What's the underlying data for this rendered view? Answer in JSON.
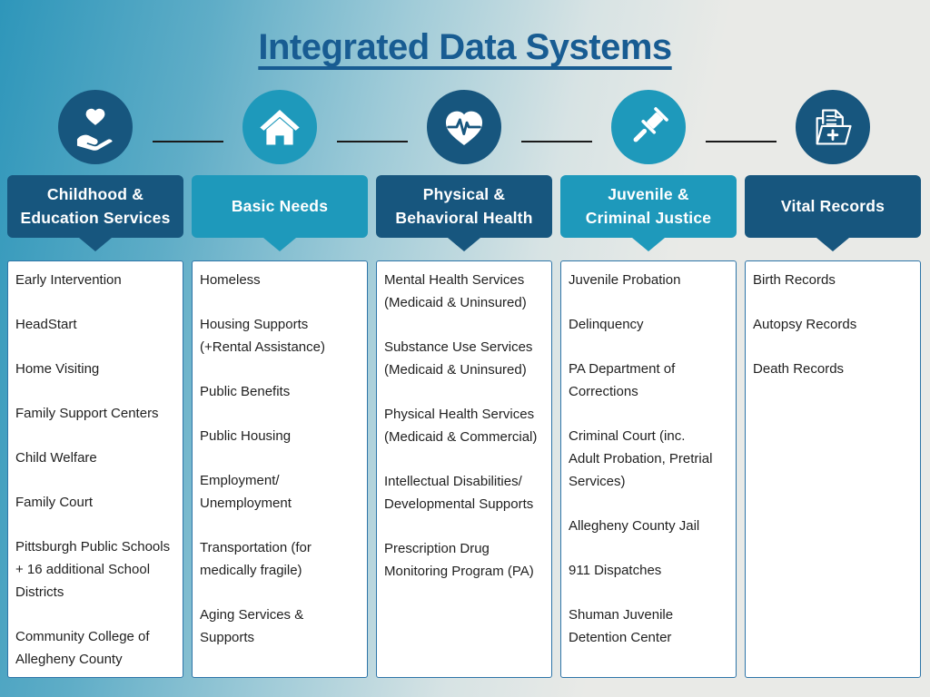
{
  "title": "Integrated Data Systems",
  "colors": {
    "dark_blue": "#17567E",
    "teal": "#1E99BB",
    "title_text": "#185C92",
    "header_text": "#FFFFFF",
    "list_border": "#2E75A8",
    "list_background": "#FFFFFF",
    "list_text": "#1F1F1F",
    "connector": "#1A1A1A"
  },
  "columns": [
    {
      "icon": "heart-in-hand-icon",
      "accent": "dark_blue",
      "header_lines": [
        "Childhood &",
        "Education Services"
      ],
      "items": [
        [
          "Early Intervention"
        ],
        [
          "HeadStart"
        ],
        [
          "Home Visiting"
        ],
        [
          "Family Support Centers"
        ],
        [
          "Child Welfare"
        ],
        [
          "Family Court"
        ],
        [
          "Pittsburgh Public Schools",
          "+ 16 additional School",
          "Districts"
        ],
        [
          "Community College of",
          "Allegheny County"
        ]
      ]
    },
    {
      "icon": "house-icon",
      "accent": "teal",
      "header_lines": [
        "Basic Needs"
      ],
      "items": [
        [
          "Homeless"
        ],
        [
          "Housing Supports",
          "(+Rental Assistance)"
        ],
        [
          "Public Benefits"
        ],
        [
          "Public Housing"
        ],
        [
          "Employment/",
          "Unemployment"
        ],
        [
          "Transportation (for",
          "medically fragile)"
        ],
        [
          "Aging Services &",
          "Supports"
        ]
      ]
    },
    {
      "icon": "heart-pulse-icon",
      "accent": "dark_blue",
      "header_lines": [
        "Physical &",
        "Behavioral Health"
      ],
      "items": [
        [
          "Mental Health Services",
          "(Medicaid & Uninsured)"
        ],
        [
          "Substance Use Services",
          "(Medicaid & Uninsured)"
        ],
        [
          "Physical Health Services",
          "(Medicaid & Commercial)"
        ],
        [
          "Intellectual Disabilities/",
          "Developmental Supports"
        ],
        [
          "Prescription Drug",
          "Monitoring Program (PA)"
        ]
      ]
    },
    {
      "icon": "gavel-icon",
      "accent": "teal",
      "header_lines": [
        "Juvenile &",
        "Criminal Justice"
      ],
      "items": [
        [
          "Juvenile Probation"
        ],
        [
          "Delinquency"
        ],
        [
          "PA Department of",
          "Corrections"
        ],
        [
          "Criminal Court (inc.",
          "Adult Probation, Pretrial",
          "Services)"
        ],
        [
          "Allegheny County Jail"
        ],
        [
          "911 Dispatches"
        ],
        [
          "Shuman Juvenile",
          "Detention Center"
        ]
      ]
    },
    {
      "icon": "medical-records-folder-icon",
      "accent": "dark_blue",
      "header_lines": [
        "Vital Records"
      ],
      "items": [
        [
          "Birth Records"
        ],
        [
          "Autopsy Records"
        ],
        [
          "Death Records"
        ]
      ]
    }
  ]
}
